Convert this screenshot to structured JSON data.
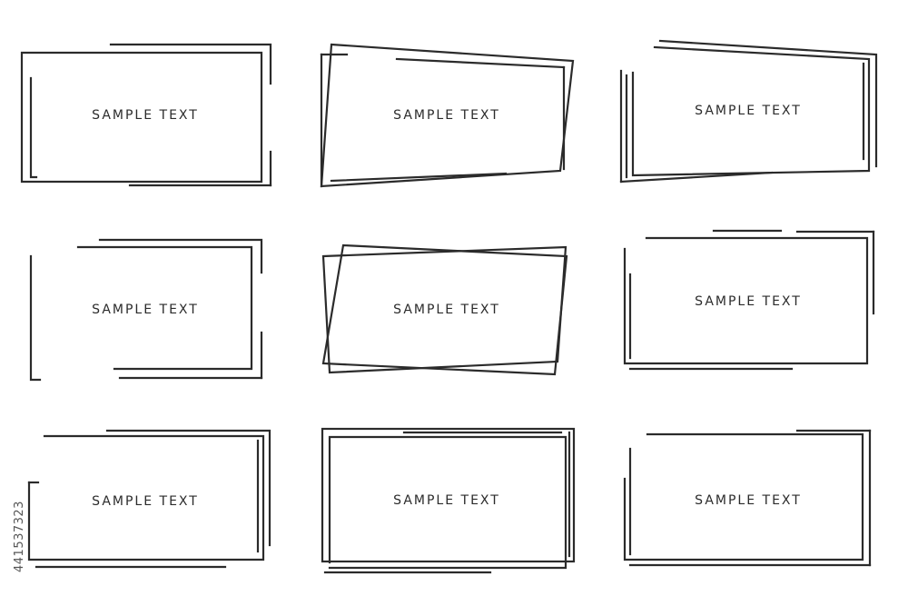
{
  "frames": [
    {
      "id": "frame-1",
      "label": "SAMPLE TEXT"
    },
    {
      "id": "frame-2",
      "label": "SAMPLE TEXT"
    },
    {
      "id": "frame-3",
      "label": "SAMPLE TEXT"
    },
    {
      "id": "frame-4",
      "label": "SAMPLE TEXT"
    },
    {
      "id": "frame-5",
      "label": "SAMPLE TEXT"
    },
    {
      "id": "frame-6",
      "label": "SAMPLE TEXT"
    },
    {
      "id": "frame-7",
      "label": "SAMPLE TEXT"
    },
    {
      "id": "frame-8",
      "label": "SAMPLE TEXT"
    },
    {
      "id": "frame-9",
      "label": "SAMPLE TEXT"
    }
  ],
  "stock_id": "441537323",
  "colors": {
    "stroke": "#2b2b2b",
    "background": "#ffffff"
  }
}
